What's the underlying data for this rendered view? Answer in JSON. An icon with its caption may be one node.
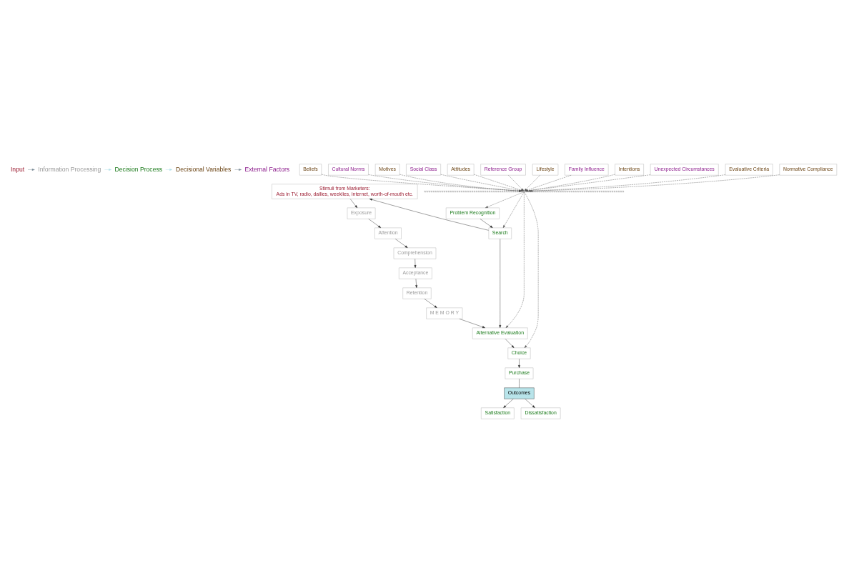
{
  "diagram": {
    "nodes": [
      {
        "text": [
          "Input"
        ]
      },
      {
        "text": [
          "Information Processing"
        ]
      },
      {
        "text": [
          "Decision Process"
        ]
      },
      {
        "text": [
          "Decisional Variables"
        ]
      },
      {
        "text": [
          "External Factors"
        ]
      },
      {
        "text": [
          "Stimuli from Marketers:",
          "Ads in TV, radio, dailies, weeklies, internet, worth-of-mouth etc."
        ]
      },
      {
        "text": [
          "Exposure"
        ]
      },
      {
        "text": [
          "Attention"
        ]
      },
      {
        "text": [
          "Comprehension"
        ]
      },
      {
        "text": [
          "Acceptance"
        ]
      },
      {
        "text": [
          "Retention"
        ]
      },
      {
        "text": [
          "M E M O R Y"
        ]
      },
      {
        "text": [
          "Problem Recognition"
        ]
      },
      {
        "text": [
          "Search"
        ]
      },
      {
        "text": [
          "Alternative Evaluation"
        ]
      },
      {
        "text": [
          "Choice"
        ]
      },
      {
        "text": [
          "Purchase"
        ]
      },
      {
        "text": [
          "Outcomes"
        ]
      },
      {
        "text": [
          "Satisfaction"
        ]
      },
      {
        "text": [
          "Dissatisfaction"
        ]
      },
      {
        "text": [
          "Beliefs"
        ]
      },
      {
        "text": [
          "Cultural Norms"
        ]
      },
      {
        "text": [
          "Motives"
        ]
      },
      {
        "text": [
          "Social Class"
        ]
      },
      {
        "text": [
          "Attitudes"
        ]
      },
      {
        "text": [
          "Reference Group"
        ]
      },
      {
        "text": [
          "Lifestyle"
        ]
      },
      {
        "text": [
          "Family Influence"
        ]
      },
      {
        "text": [
          "Intentions"
        ]
      },
      {
        "text": [
          "Unexpected Circumstances"
        ]
      },
      {
        "text": [
          "Evaluative Criteria"
        ]
      },
      {
        "text": [
          "Normative Compliance"
        ]
      },
      {
        "text": [],
        "shape": "bar"
      }
    ],
    "edges": [
      {
        "from": 0,
        "to": 1,
        "arrow": "to",
        "color": "#7a8a96"
      },
      {
        "from": 1,
        "to": 2,
        "arrow": "to",
        "color": "#b0e0e8"
      },
      {
        "from": 2,
        "to": 3,
        "arrow": "to",
        "color": "#b0e0e8"
      },
      {
        "from": 3,
        "to": 4,
        "arrow": "to",
        "color": "#7a8a96"
      },
      {
        "from": 5,
        "to": 6,
        "arrow": "to"
      },
      {
        "from": 6,
        "to": 7,
        "arrow": "to"
      },
      {
        "from": 7,
        "to": 8,
        "arrow": "to"
      },
      {
        "from": 8,
        "to": 9,
        "arrow": "to"
      },
      {
        "from": 9,
        "to": 10,
        "arrow": "to"
      },
      {
        "from": 10,
        "to": 11,
        "arrow": "to"
      },
      {
        "from": 11,
        "to": 14,
        "arrow": "to"
      },
      {
        "from": 13,
        "to": 5,
        "arrow": "to"
      },
      {
        "from": 12,
        "to": 13,
        "arrow": "to"
      },
      {
        "from": 13,
        "to": 14,
        "arrow": "to"
      },
      {
        "from": 14,
        "to": 15,
        "arrow": "to"
      },
      {
        "from": 15,
        "to": 16,
        "arrow": "to"
      },
      {
        "from": 16,
        "to": 17,
        "arrow": "none"
      },
      {
        "from": 17,
        "to": 18,
        "arrow": "to"
      },
      {
        "from": 17,
        "to": 19,
        "arrow": "to"
      },
      {
        "from": 20,
        "to": 32,
        "arrow": "to",
        "style": "dashed"
      },
      {
        "from": 21,
        "to": 32,
        "arrow": "to",
        "style": "dashed"
      },
      {
        "from": 22,
        "to": 32,
        "arrow": "to",
        "style": "dashed"
      },
      {
        "from": 23,
        "to": 32,
        "arrow": "to",
        "style": "dashed"
      },
      {
        "from": 24,
        "to": 32,
        "arrow": "to",
        "style": "dashed"
      },
      {
        "from": 25,
        "to": 32,
        "arrow": "to",
        "style": "dashed"
      },
      {
        "from": 26,
        "to": 32,
        "arrow": "to",
        "style": "dashed"
      },
      {
        "from": 27,
        "to": 32,
        "arrow": "to",
        "style": "dashed"
      },
      {
        "from": 28,
        "to": 32,
        "arrow": "to",
        "style": "dashed"
      },
      {
        "from": 29,
        "to": 32,
        "arrow": "to",
        "style": "dashed"
      },
      {
        "from": 30,
        "to": 32,
        "arrow": "to",
        "style": "dashed"
      },
      {
        "from": 31,
        "to": 32,
        "arrow": "to",
        "style": "dashed"
      },
      {
        "from": 32,
        "to": 12,
        "arrow": "to",
        "style": "dashed"
      },
      {
        "from": 32,
        "to": 13,
        "arrow": "to",
        "style": "dashed"
      },
      {
        "from": 32,
        "to": 14,
        "arrow": "to",
        "style": "dashed"
      },
      {
        "from": 32,
        "to": 15,
        "arrow": "to",
        "style": "dashed"
      }
    ]
  }
}
